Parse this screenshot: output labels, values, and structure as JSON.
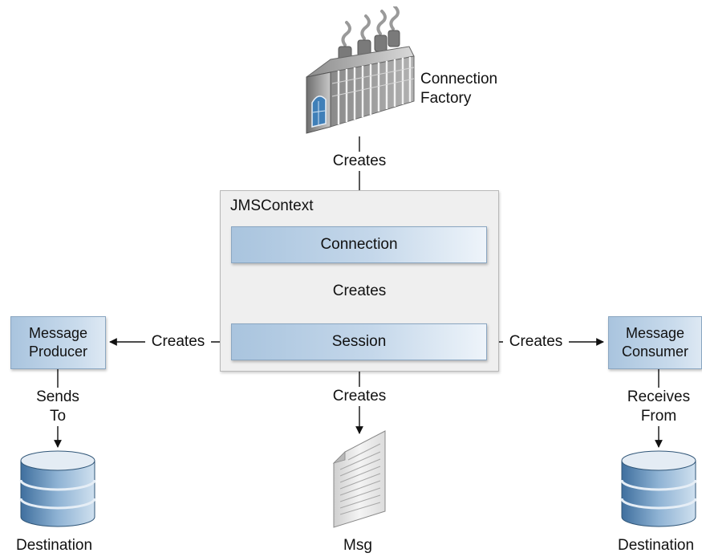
{
  "factory": {
    "line1": "Connection",
    "line2": "Factory",
    "icon": "factory-icon"
  },
  "context": {
    "title": "JMSContext"
  },
  "connection": {
    "label": "Connection"
  },
  "session": {
    "label": "Session"
  },
  "producer": {
    "line1": "Message",
    "line2": "Producer"
  },
  "consumer": {
    "line1": "Message",
    "line2": "Consumer"
  },
  "edges": {
    "factory_creates": "Creates",
    "connection_creates": "Creates",
    "session_producer_creates": "Creates",
    "session_consumer_creates": "Creates",
    "session_msg_creates": "Creates",
    "producer_sends_1": "Sends",
    "producer_sends_2": "To",
    "consumer_receives_1": "Receives",
    "consumer_receives_2": "From"
  },
  "destination_left": {
    "label": "Destination",
    "icon": "database-icon"
  },
  "destination_right": {
    "label": "Destination",
    "icon": "database-icon"
  },
  "msg": {
    "label": "Msg",
    "icon": "document-icon"
  }
}
